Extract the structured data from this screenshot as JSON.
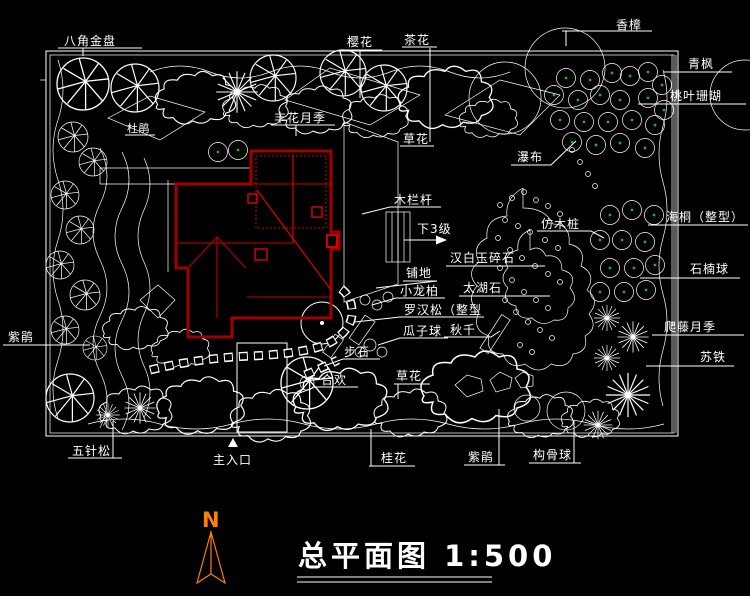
{
  "drawing": {
    "title": "总平面图 1:500",
    "north_label": "N",
    "type_note": "landscape site plan, CAD screenshot"
  },
  "colors": {
    "background": "#000000",
    "linework": "#FFFFFF",
    "building_outline": "#A00000",
    "building_accent": "#D40000",
    "north_arrow": "#FF7F00",
    "tree_marker_green": "#00C800"
  },
  "labels": {
    "bajiao_jinpan": "八角金盘",
    "yinghua": "樱花",
    "chahua": "茶花",
    "xiangzhang": "香樟",
    "qingfeng": "青枫",
    "taoye_shanhu": "桃叶珊瑚",
    "dujuan": "杜鹃",
    "pubu": "瀑布",
    "fenghua_yueji": "丰花月季",
    "caohua_top": "草花",
    "mulangan": "木栏杆",
    "xia3ji": "下3级",
    "fangmuzhuang": "仿木桩",
    "haitong": "海桐（整型）",
    "hanbaiyu_suishi": "汉白玉碎石",
    "pudi": "铺地",
    "shinanqiu": "石楠球",
    "xiaolongbai": "小龙柏",
    "taihushi": "太湖石",
    "luohansong": "罗汉松（整型",
    "guaziqiu": "瓜子球",
    "qiuqian": "秋千",
    "patengyueji": "爬藤月季",
    "bushi": "步石",
    "sutie": "苏铁",
    "caohua_bottom": "草花",
    "hehuan": "合欢",
    "zijuan_left": "紫鹃",
    "wuzhensong": "五针松",
    "zhurukou": "主入口",
    "guihua": "桂花",
    "zijuan_bottom": "紫鹃",
    "gouguqiu": "构骨球"
  }
}
